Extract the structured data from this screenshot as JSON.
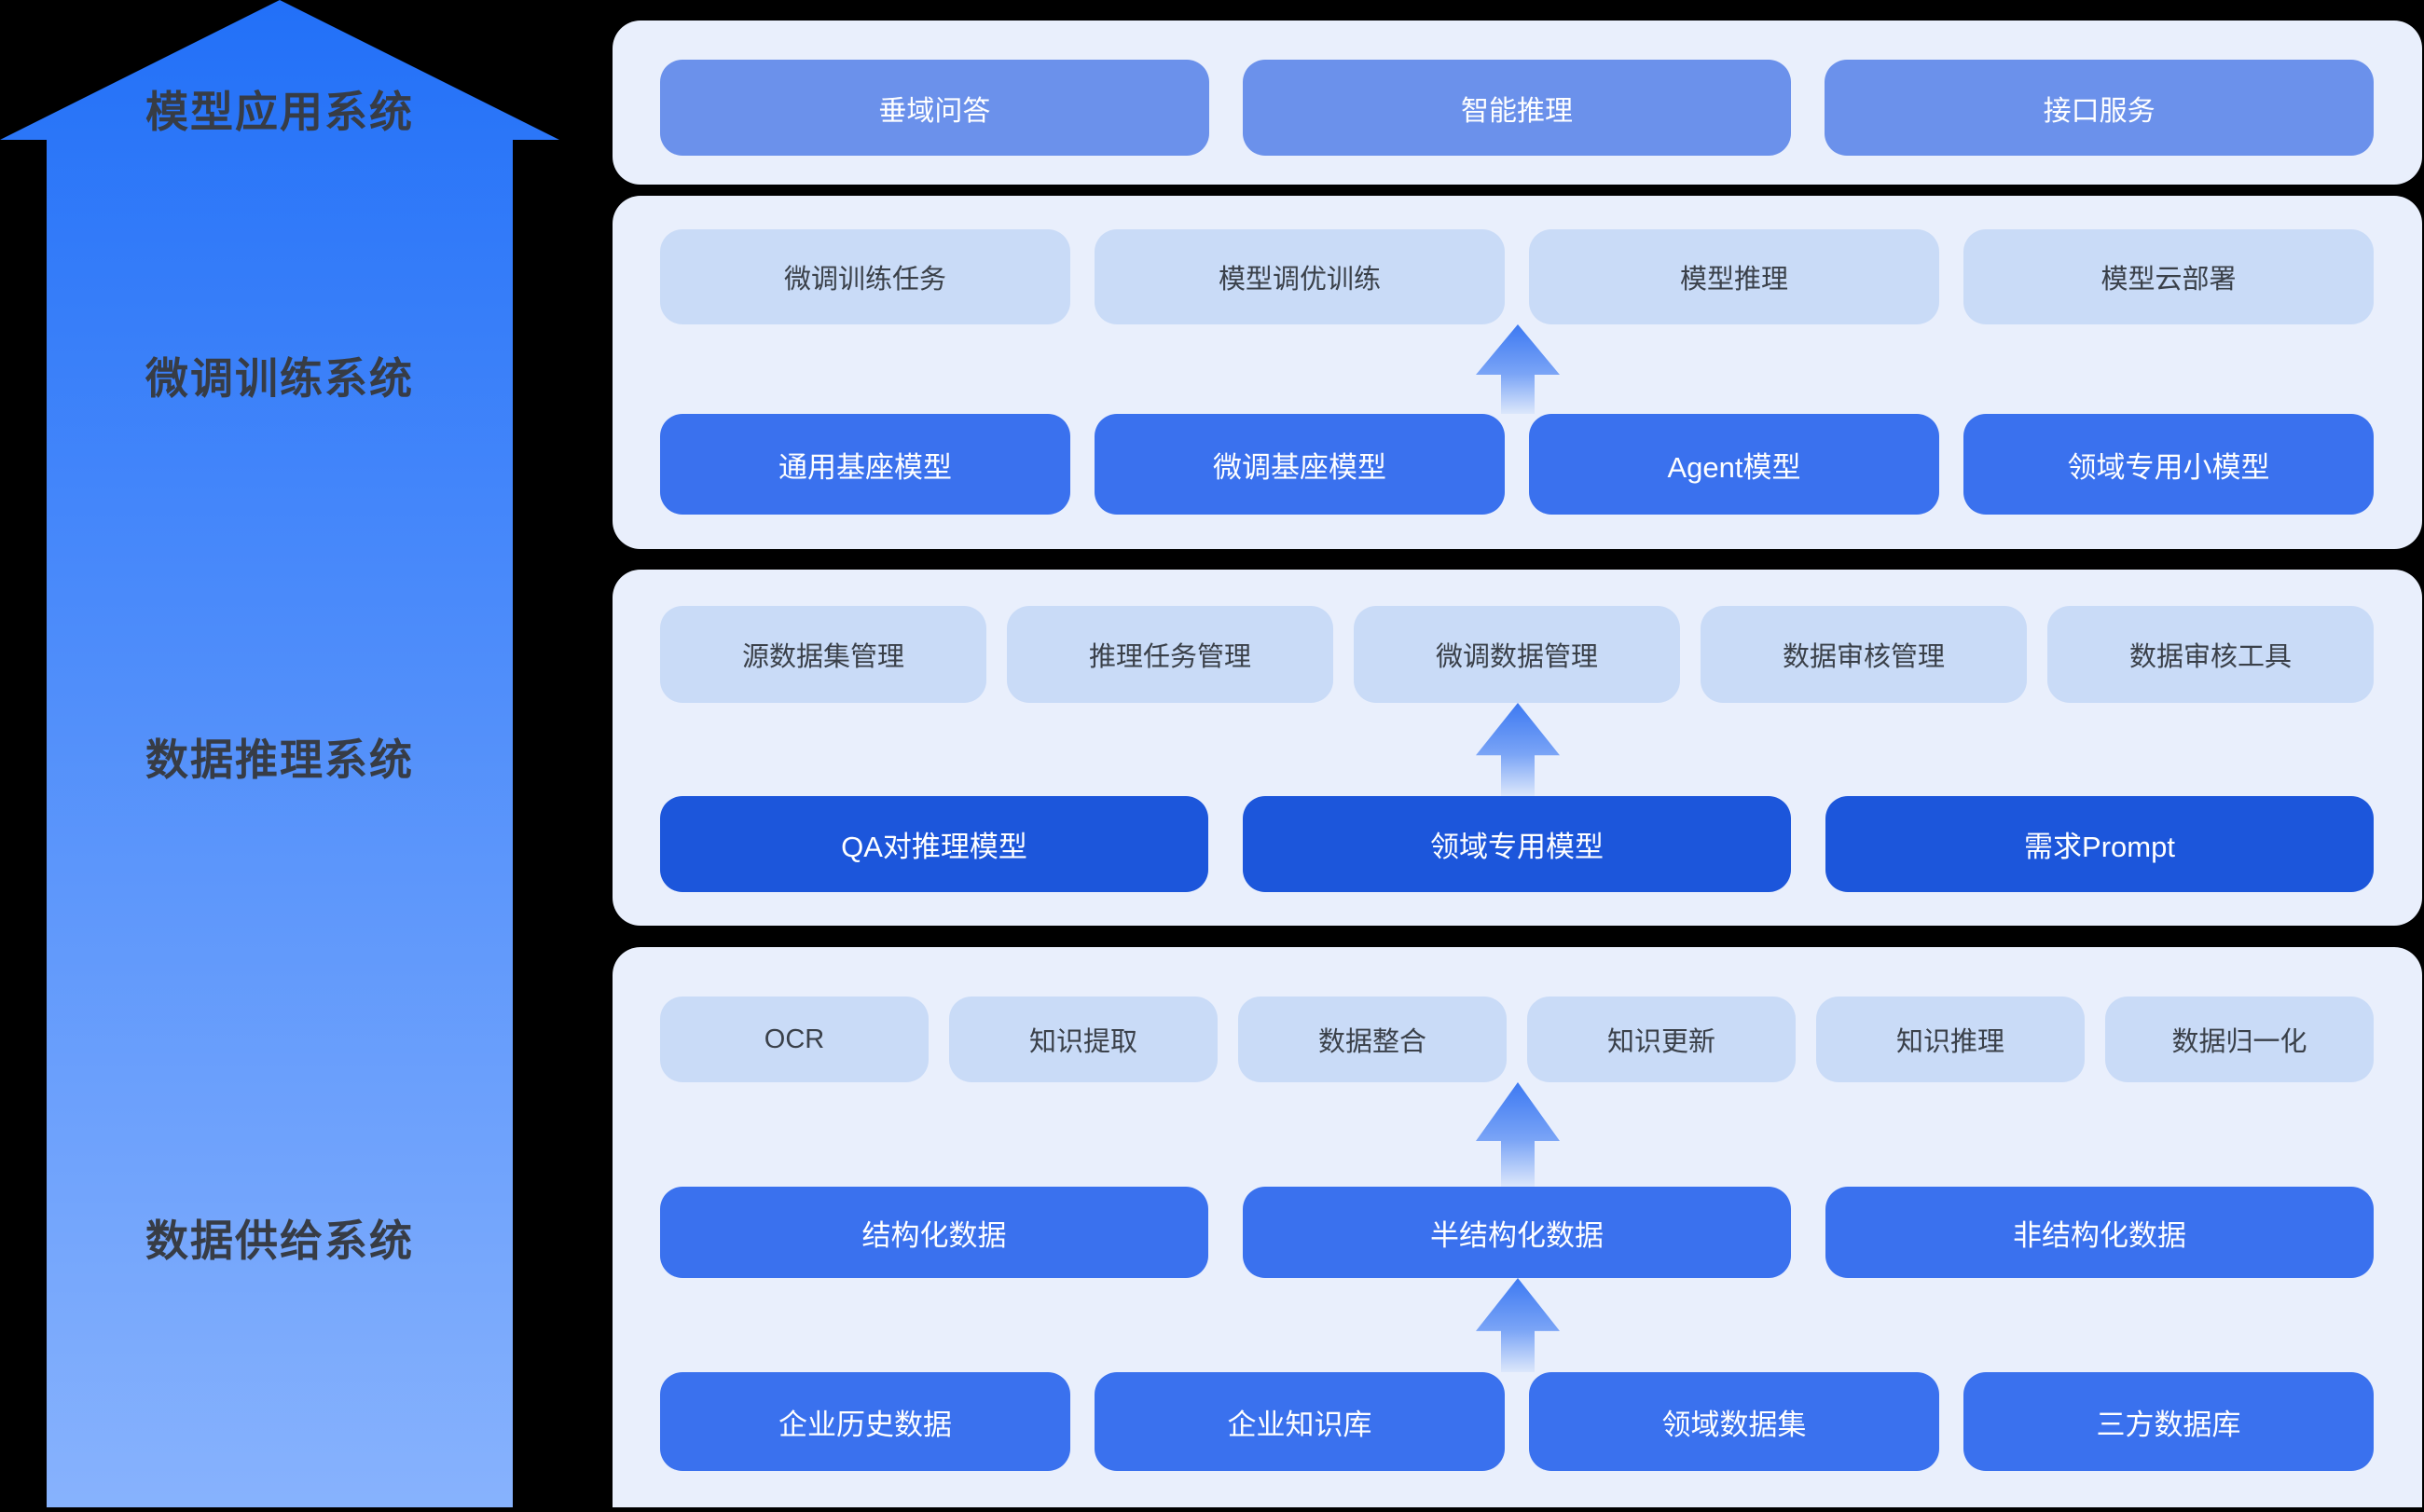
{
  "ladder": {
    "levels": [
      "模型应用系统",
      "微调训练系统",
      "数据推理系统",
      "数据供给系统"
    ]
  },
  "panels": {
    "application": {
      "row1": [
        "垂域问答",
        "智能推理",
        "接口服务"
      ]
    },
    "finetune": {
      "row1": [
        "微调训练任务",
        "模型调优训练",
        "模型推理",
        "模型云部署"
      ],
      "row2": [
        "通用基座模型",
        "微调基座模型",
        "Agent模型",
        "领域专用小模型"
      ]
    },
    "inference": {
      "row1": [
        "源数据集管理",
        "推理任务管理",
        "微调数据管理",
        "数据审核管理",
        "数据审核工具"
      ],
      "row2": [
        "QA对推理模型",
        "领域专用模型",
        "需求Prompt"
      ]
    },
    "supply": {
      "row1": [
        "OCR",
        "知识提取",
        "数据整合",
        "知识更新",
        "知识推理",
        "数据归一化"
      ],
      "row2": [
        "结构化数据",
        "半结构化数据",
        "非结构化数据"
      ],
      "row3": [
        "企业历史数据",
        "企业知识库",
        "领域数据集",
        "三方数据库"
      ]
    }
  },
  "colors": {
    "bg": "#000000",
    "panel_bg": "#E9EFFC",
    "box_light_bg": "#C9DBF7",
    "box_light_text": "#3A4049",
    "box_medium_bg": "#6B91EB",
    "box_bright_bg": "#3A71EE",
    "box_dark_bg": "#1C56DB",
    "box_on_blue_text": "#FFFFFF",
    "ladder_gradient_top": "#2270F8",
    "ladder_gradient_bottom": "#87B2FD",
    "ladder_label_text": "#373C45",
    "flow_arrow_top": "#3D79F2",
    "flow_arrow_bottom": "#DCE7FB"
  }
}
